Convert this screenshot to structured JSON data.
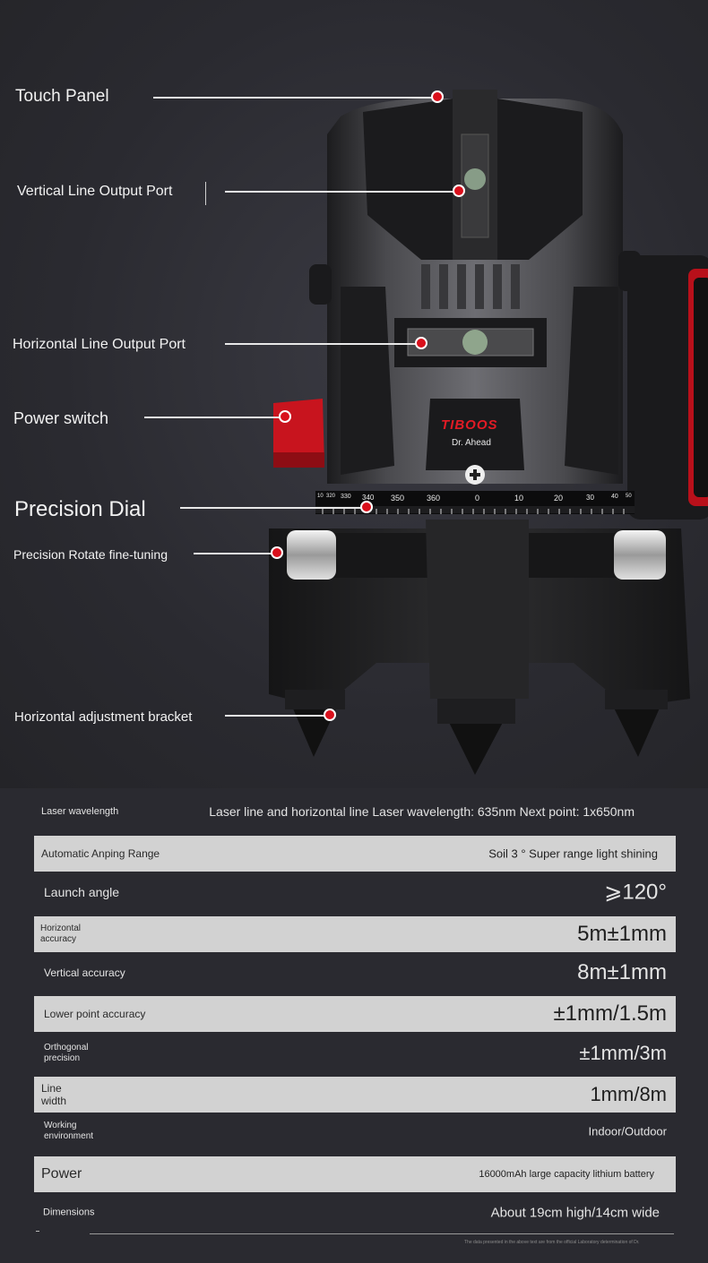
{
  "callouts": [
    {
      "label": "Touch Panel"
    },
    {
      "label": "Vertical Line Output Port"
    },
    {
      "label": "Horizontal Line Output Port"
    },
    {
      "label": "Power switch"
    },
    {
      "label": "Precision Dial"
    },
    {
      "label": "Precision Rotate fine-tuning"
    },
    {
      "label": "Horizontal adjustment bracket"
    }
  ],
  "device": {
    "brand": "TIBOOS",
    "sub_brand": "Dr. Ahead",
    "dial_numbers": [
      "10",
      "320",
      "330",
      "340",
      "350",
      "360",
      "0",
      "10",
      "20",
      "30",
      "40",
      "50"
    ]
  },
  "specs": [
    {
      "key": "Laser wavelength",
      "value": "Laser line and horizontal line Laser wavelength: 635nm Next point: 1x650nm"
    },
    {
      "key": "Automatic Anping Range",
      "value": "Soil 3 ° Super range light shining"
    },
    {
      "key": "Launch angle",
      "value": "⩾120°"
    },
    {
      "key": "Horizontal accuracy",
      "value": "5m±1mm"
    },
    {
      "key": "Vertical accuracy",
      "value": "8m±1mm"
    },
    {
      "key": "Lower point accuracy",
      "value": "±1mm/1.5m"
    },
    {
      "key": "Orthogonal precision",
      "value": "±1mm/3m"
    },
    {
      "key": "Line width",
      "value": "1mm/8m"
    },
    {
      "key": "Working environment",
      "value": "Indoor/Outdoor"
    },
    {
      "key": "Power",
      "value": "16000mAh large capacity lithium battery"
    },
    {
      "key": "Dimensions",
      "value": "About 19cm high/14cm wide"
    }
  ],
  "footnote": "The data presented in the above text are from the official Laboratory determination of Dr.",
  "colors": {
    "accent": "#d9101c",
    "background": "#2a2a30",
    "row_shade": "#d2d2d2"
  }
}
